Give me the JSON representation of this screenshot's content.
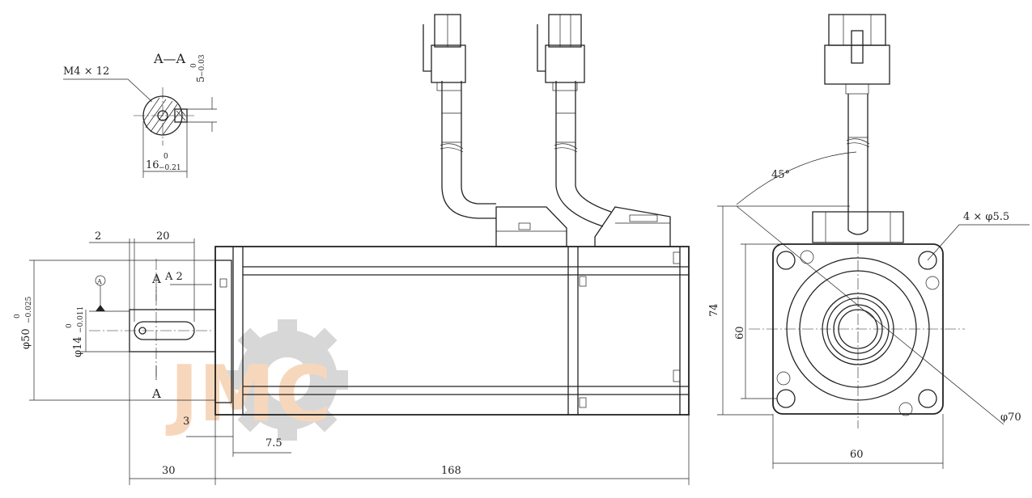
{
  "section": {
    "label": "A—A",
    "thread": "M4 × 12",
    "keyway_depth": "5",
    "keyway_depth_tol_upper": "0",
    "keyway_depth_tol_lower": "−0.03",
    "key_height": "16",
    "key_height_tol_upper": "0",
    "key_height_tol_lower": "−0.21"
  },
  "side_view": {
    "dim_2_top": "2",
    "dim_20": "20",
    "dim_a2": "A  2",
    "datum": "A",
    "shaft_dia": "φ14",
    "shaft_tol_upper": "0",
    "shaft_tol_lower": "−0.011",
    "spigot_dia": "φ50",
    "spigot_tol_upper": "0",
    "spigot_tol_lower": "−0.025",
    "section_mark_top": "A",
    "section_mark_bottom": "A",
    "dim_3": "3",
    "dim_7_5": "7.5",
    "dim_30": "30",
    "dim_168": "168"
  },
  "front_view": {
    "angle": "45°",
    "holes": "4 × φ5.5",
    "dim_74": "74",
    "dim_60_vert": "60",
    "dim_60_horiz": "60",
    "dim_70": "φ70"
  },
  "watermark": {
    "text": "JMC",
    "color_orange": "#f2b887",
    "color_gray": "#b8b8b8"
  }
}
